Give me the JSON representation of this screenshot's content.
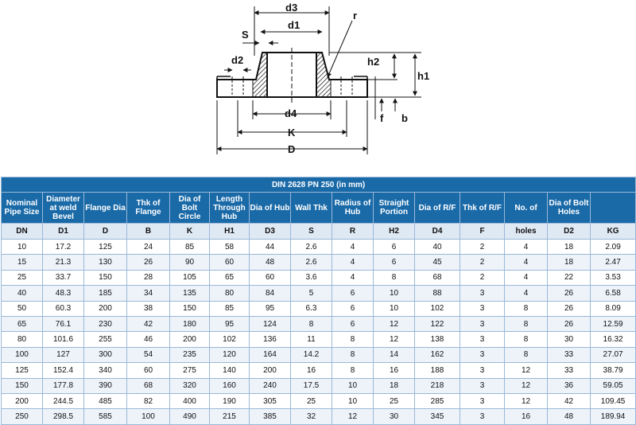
{
  "diagram": {
    "labels": {
      "d3": "d3",
      "d1": "d1",
      "s": "S",
      "r": "r",
      "d2": "d2",
      "h2": "h2",
      "h1": "h1",
      "d4": "d4",
      "f": "f",
      "b": "b",
      "k": "K",
      "d": "D"
    }
  },
  "table": {
    "title": "DIN 2628 PN 250 (in mm)",
    "headers": [
      "Nominal Pipe Size",
      "Diameter at weld Bevel",
      "Flange Dia",
      "Thk of Flange",
      "Dia of Bolt Circle",
      "Length Through Hub",
      "Dia of Hub",
      "Wall Thk",
      "Radius of Hub",
      "Straight Portion",
      "Dia of R/F",
      "Thk of R/F",
      "No. of",
      "Dia of Bolt Holes",
      ""
    ],
    "symbols": [
      "DN",
      "D1",
      "D",
      "B",
      "K",
      "H1",
      "D3",
      "S",
      "R",
      "H2",
      "D4",
      "F",
      "holes",
      "D2",
      "KG"
    ],
    "rows": [
      [
        "10",
        "17.2",
        "125",
        "24",
        "85",
        "58",
        "44",
        "2.6",
        "4",
        "6",
        "40",
        "2",
        "4",
        "18",
        "2.09"
      ],
      [
        "15",
        "21.3",
        "130",
        "26",
        "90",
        "60",
        "48",
        "2.6",
        "4",
        "6",
        "45",
        "2",
        "4",
        "18",
        "2.47"
      ],
      [
        "25",
        "33.7",
        "150",
        "28",
        "105",
        "65",
        "60",
        "3.6",
        "4",
        "8",
        "68",
        "2",
        "4",
        "22",
        "3.53"
      ],
      [
        "40",
        "48.3",
        "185",
        "34",
        "135",
        "80",
        "84",
        "5",
        "6",
        "10",
        "88",
        "3",
        "4",
        "26",
        "6.58"
      ],
      [
        "50",
        "60.3",
        "200",
        "38",
        "150",
        "85",
        "95",
        "6.3",
        "6",
        "10",
        "102",
        "3",
        "8",
        "26",
        "8.09"
      ],
      [
        "65",
        "76.1",
        "230",
        "42",
        "180",
        "95",
        "124",
        "8",
        "6",
        "12",
        "122",
        "3",
        "8",
        "26",
        "12.59"
      ],
      [
        "80",
        "101.6",
        "255",
        "46",
        "200",
        "102",
        "136",
        "11",
        "8",
        "12",
        "138",
        "3",
        "8",
        "30",
        "16.32"
      ],
      [
        "100",
        "127",
        "300",
        "54",
        "235",
        "120",
        "164",
        "14.2",
        "8",
        "14",
        "162",
        "3",
        "8",
        "33",
        "27.07"
      ],
      [
        "125",
        "152.4",
        "340",
        "60",
        "275",
        "140",
        "200",
        "16",
        "8",
        "16",
        "188",
        "3",
        "12",
        "33",
        "38.79"
      ],
      [
        "150",
        "177.8",
        "390",
        "68",
        "320",
        "160",
        "240",
        "17.5",
        "10",
        "18",
        "218",
        "3",
        "12",
        "36",
        "59.05"
      ],
      [
        "200",
        "244.5",
        "485",
        "82",
        "400",
        "190",
        "305",
        "25",
        "10",
        "25",
        "285",
        "3",
        "12",
        "42",
        "109.45"
      ],
      [
        "250",
        "298.5",
        "585",
        "100",
        "490",
        "215",
        "385",
        "32",
        "12",
        "30",
        "345",
        "3",
        "16",
        "48",
        "189.94"
      ]
    ]
  },
  "colors": {
    "header_bg": "#1a6aa8",
    "symbol_row_bg": "#dfe9f4",
    "alt_row_bg": "#eef3fa",
    "grid": "#9ab8d8"
  }
}
